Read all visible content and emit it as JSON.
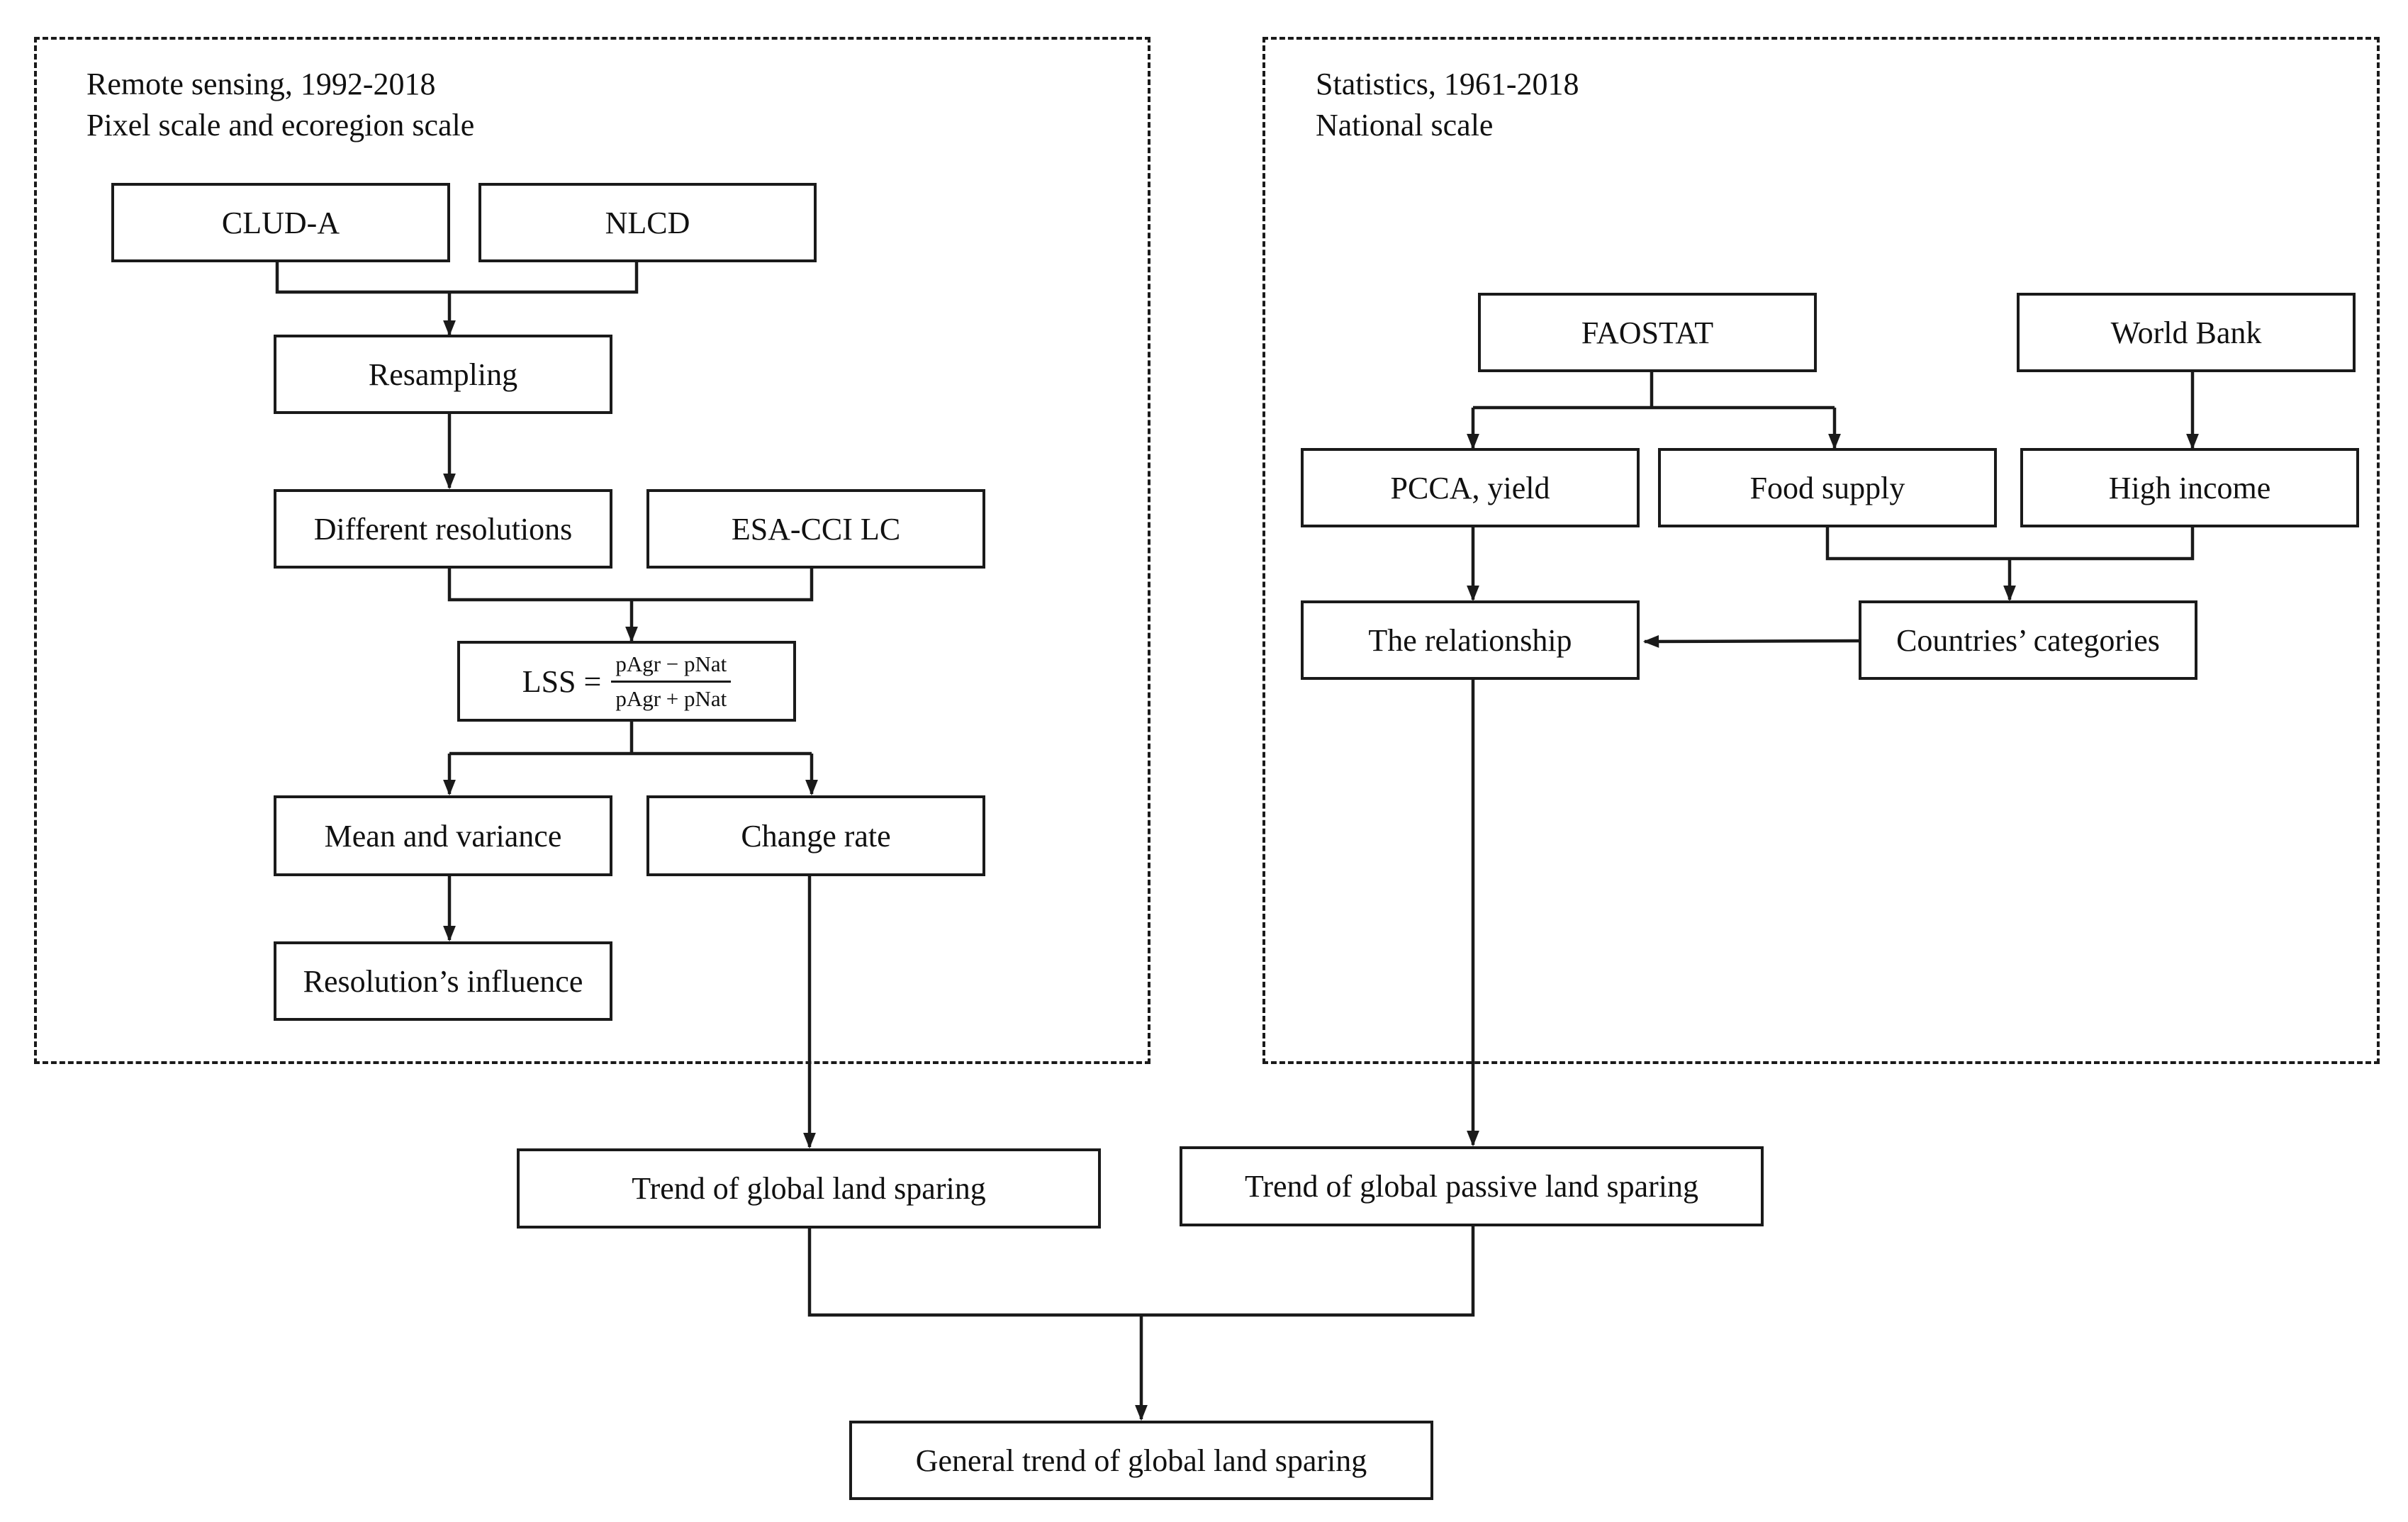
{
  "panels": {
    "remote": {
      "line1": "Remote sensing, 1992-2018",
      "line2": "Pixel scale and ecoregion scale"
    },
    "stats": {
      "line1": "Statistics, 1961-2018",
      "line2": "National scale"
    }
  },
  "nodes": {
    "clud_a": "CLUD-A",
    "nlcd": "NLCD",
    "resampling": "Resampling",
    "different_resolutions": "Different resolutions",
    "esa_cci_lc": "ESA-CCI LC",
    "lss": {
      "lhs": "LSS =",
      "numerator": "pAgr − pNat",
      "denominator": "pAgr + pNat"
    },
    "mean_variance": "Mean and variance",
    "change_rate": "Change rate",
    "resolution_influence": "Resolution’s influence",
    "faostat": "FAOSTAT",
    "world_bank": "World Bank",
    "pcca_yield": "PCCA, yield",
    "food_supply": "Food supply",
    "high_income": "High income",
    "relationship": "The relationship",
    "countries_categories": "Countries’ categories",
    "trend_land_sparing": "Trend of global land sparing",
    "trend_passive_sparing": "Trend of global passive land sparing",
    "general_trend": "General trend of global land sparing"
  },
  "colors": {
    "line": "#1a1a1a",
    "background": "#ffffff"
  }
}
